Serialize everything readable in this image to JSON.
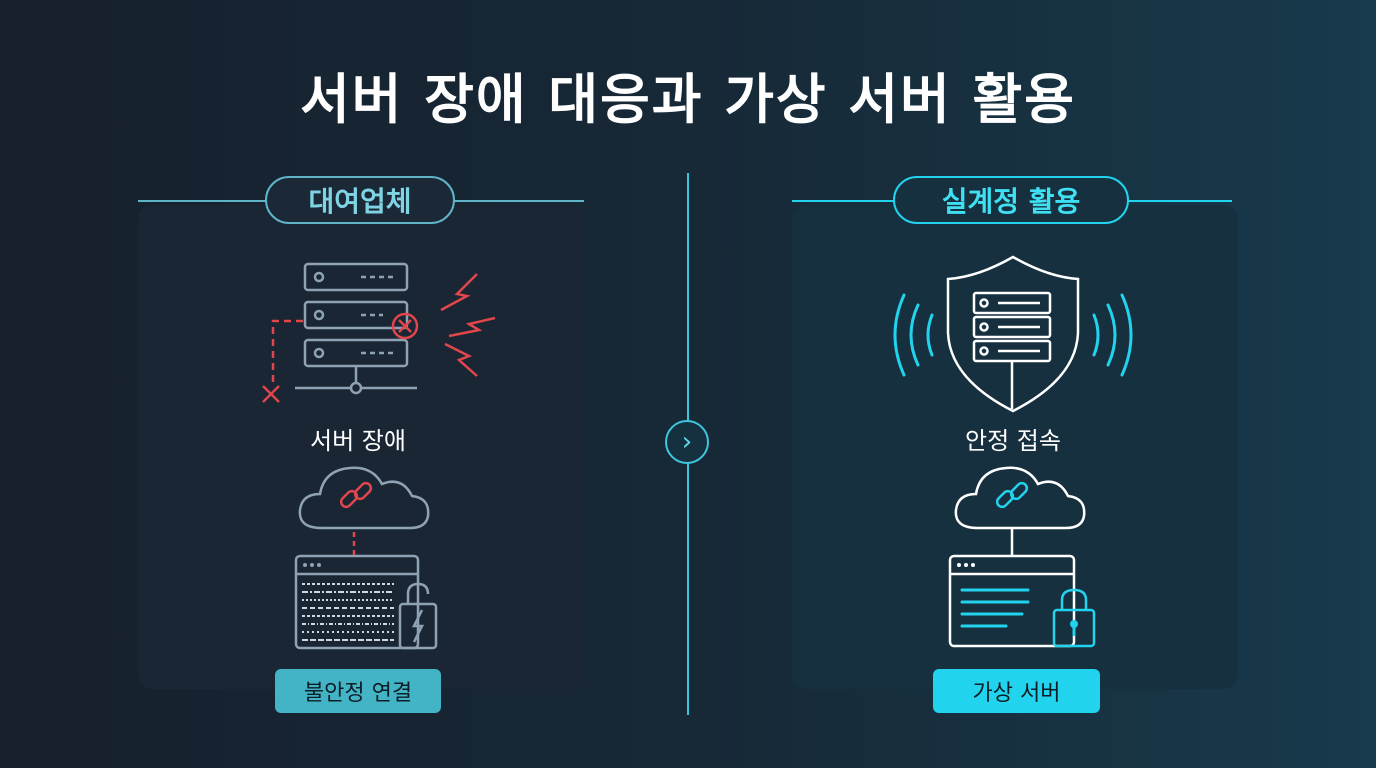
{
  "title": "서버 장애 대응과 가상 서버 활용",
  "left": {
    "header": "대여업체",
    "icon1_label": "서버 장애",
    "badge": "불안정 연결"
  },
  "right": {
    "header": "실계정 활용",
    "icon1_label": "안정 접속",
    "badge": "가상 서버"
  },
  "colors": {
    "accent_left": "#5fb4c8",
    "accent_right": "#22d3ee",
    "error_red": "#e0464b",
    "icon_gray": "#8fa2b4"
  }
}
